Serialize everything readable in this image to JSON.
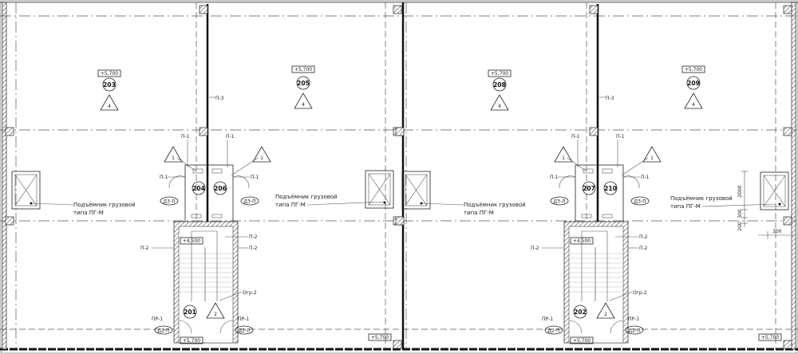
{
  "drawing": {
    "title": "Floor plan, level +5,700",
    "elevation_floor": "+5,700",
    "elevation_landing": "+4,500",
    "lift_label_line1": "Подъёмник грузовой",
    "lift_label_line2": "типа ПГ-М",
    "tags": {
      "p1": "П-1",
      "p2": "П-2",
      "p3": "П-3",
      "ogr2": "Огр-2",
      "pr1": "ПР-1",
      "d3l": "Д3-Л",
      "d3p": "Д3-П",
      "d2l": "Д2-Л",
      "d2p": "Д2-П"
    },
    "triangle_marks": {
      "room": "4",
      "wc": "1",
      "stair": "2"
    },
    "dimensions": {
      "lift_height": "2000",
      "gap1": "300",
      "gap2": "200",
      "offset": "300"
    },
    "halves": [
      {
        "room_a": "203",
        "room_b": "205",
        "wc_a": "204",
        "wc_b": "206",
        "stair": "201"
      },
      {
        "room_a": "208",
        "room_b": "209",
        "wc_a": "207",
        "wc_b": "210",
        "stair": "202"
      }
    ]
  }
}
